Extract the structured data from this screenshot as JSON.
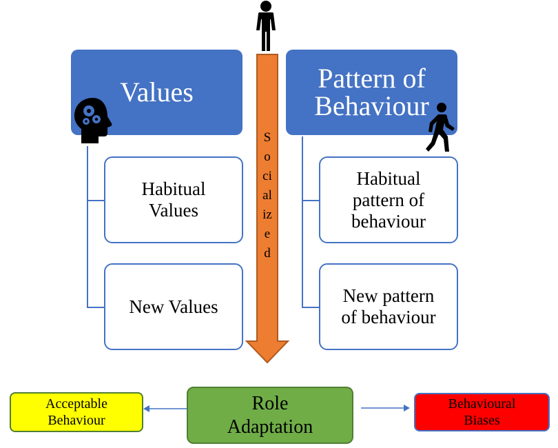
{
  "left_header": {
    "label": "Values"
  },
  "right_header": {
    "label_line1": "Pattern of",
    "label_line2": "Behaviour"
  },
  "left_items": [
    {
      "line1": "Habitual",
      "line2": "Values"
    },
    {
      "line1": "New Values"
    }
  ],
  "right_items": [
    {
      "line1": "Habitual",
      "line2": "pattern of",
      "line3": "behaviour"
    },
    {
      "line1": "New pattern",
      "line2": "of behaviour"
    }
  ],
  "arrow": {
    "label": "Socialized"
  },
  "bottom": {
    "center": {
      "line1": "Role",
      "line2": "Adaptation"
    },
    "left": {
      "line1": "Acceptable",
      "line2": "Behaviour"
    },
    "right": {
      "line1": "Behavioural",
      "line2": "Biases"
    }
  },
  "icons": [
    "standing-person-icon",
    "head-gears-icon",
    "walking-person-icon"
  ],
  "colors": {
    "header_blue": "#4472c4",
    "arrow_orange": "#ed7d31",
    "role_green": "#70ad47",
    "acceptable_yellow": "#ffff00",
    "biases_red": "#ff0000"
  }
}
